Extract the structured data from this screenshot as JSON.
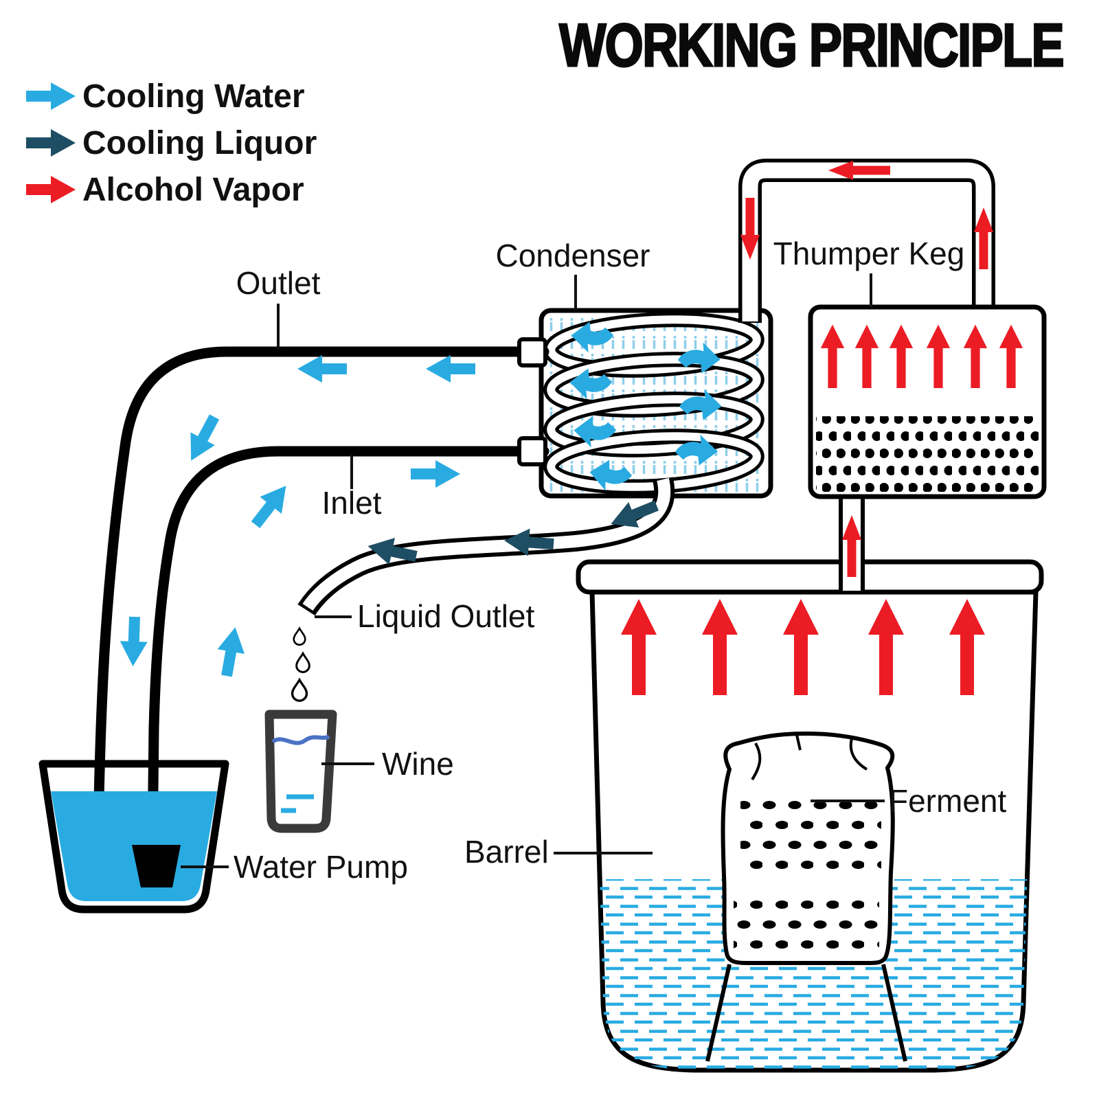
{
  "title": "WORKING PRINCIPLE",
  "legend": {
    "items": [
      {
        "label": "Cooling Water",
        "color": "#29ABE2"
      },
      {
        "label": "Cooling Liquor",
        "color": "#1E4E63"
      },
      {
        "label": "Alcohol Vapor",
        "color": "#EC1C24"
      }
    ]
  },
  "labels": {
    "outlet": "Outlet",
    "condenser": "Condenser",
    "thumper_keg": "Thumper Keg",
    "inlet": "Inlet",
    "liquid_outlet": "Liquid Outlet",
    "wine": "Wine",
    "water_pump": "Water Pump",
    "barrel": "Barrel",
    "ferment": "Ferment"
  },
  "colors": {
    "cooling_water": "#29ABE2",
    "cooling_liquor": "#1E4E63",
    "alcohol_vapor": "#EC1C24",
    "hatch": "#8FCFEA",
    "water_fill": "#29ABE2",
    "wine_wave": "#4A72C4",
    "glass_border": "#3A3A3A",
    "ink": "#000000"
  }
}
